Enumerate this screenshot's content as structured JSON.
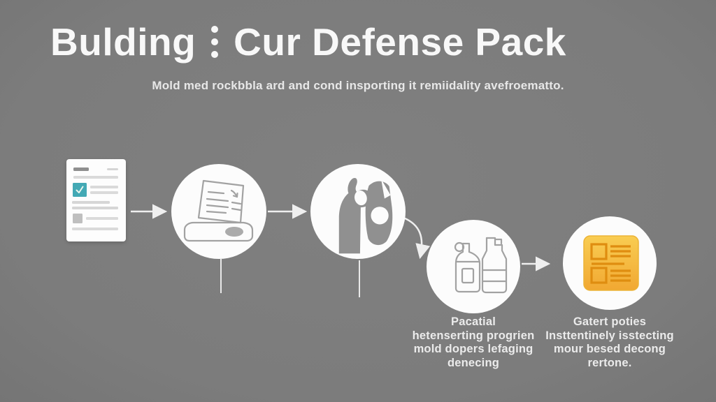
{
  "header": {
    "title_left": "Bulding",
    "separator_icon": "vertical-three-dots",
    "title_right": "Cur Defense Pack",
    "subtitle": "Mold med rockbbla ard and cond insporting it remiidality avefroematto."
  },
  "flow": {
    "steps": [
      {
        "name": "checklist-document",
        "icon": "checklist-document-icon",
        "caption": ""
      },
      {
        "name": "laptop",
        "icon": "laptop-icon",
        "caption": ""
      },
      {
        "name": "protective-gloves",
        "icon": "protective-gloves-icon",
        "caption": ""
      },
      {
        "name": "cleaning-bottles",
        "icon": "cleaning-bottles-icon",
        "caption": "Pacatial\nhetenserting progrien\nmold dopers lefaging\ndenecing"
      },
      {
        "name": "report-card",
        "icon": "report-card-icon",
        "caption": "Gatert poties\nInsttentinely isstecting\nmour besed decong\nrertone."
      }
    ],
    "connectors": [
      "arrow-right",
      "arrow-right",
      "vertical-stub",
      "vertical-stub",
      "curved-arrow-down",
      "arrow-right"
    ]
  },
  "colors": {
    "background": "#7c7c7c",
    "title": "#f8f8f8",
    "subtitle": "#d9d9d9",
    "caption": "#ebebeb",
    "circle_fill": "#fcfcfc",
    "icon_stroke": "#a2a2a2",
    "hands_fill": "#909090",
    "connector": "#efefef",
    "check_teal": "#43a9b5",
    "card_yellow_top": "#f9cd52",
    "card_yellow_bottom": "#f1a832",
    "card_detail_stroke": "#df8d10"
  }
}
